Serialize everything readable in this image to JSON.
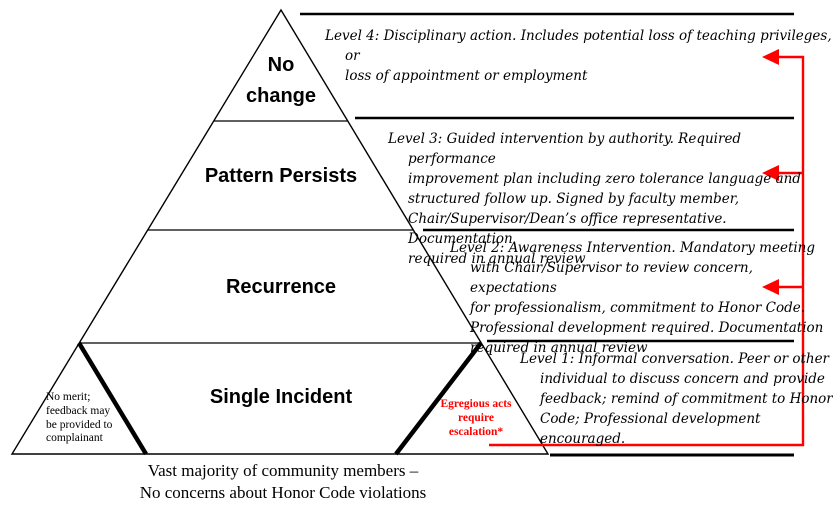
{
  "colors": {
    "accent_red": "#FF0000",
    "ink": "#000000"
  },
  "pyramid": {
    "tier_labels": [
      "No change",
      "Pattern Persists",
      "Recurrence",
      "Single Incident"
    ],
    "no_merit_note": "No merit;\nfeedback may\nbe provided to\ncomplainant",
    "egregious_note": "Egregious acts require escalation*"
  },
  "levels": [
    {
      "name": "Level 4",
      "text": "Level 4: Disciplinary action. Includes potential loss of teaching privileges, or\nloss of appointment or employment"
    },
    {
      "name": "Level 3",
      "text": "Level 3: Guided intervention by authority. Required performance\nimprovement plan including zero tolerance language and\nstructured follow up. Signed by faculty member,\nChair/Supervisor/Dean’s office representative. Documentation\nrequired in annual review"
    },
    {
      "name": "Level 2",
      "text": "Level 2: Awareness Intervention. Mandatory meeting\nwith Chair/Supervisor to review concern, expectations\nfor professionalism, commitment to Honor Code.\nProfessional development required. Documentation\nrequired in annual review"
    },
    {
      "name": "Level 1",
      "text": "Level 1: Informal conversation. Peer or other\nindividual to discuss concern and provide\nfeedback; remind of commitment to Honor\nCode; Professional development\nencouraged."
    }
  ],
  "caption": {
    "text": "Vast majority of community members –\nNo concerns about Honor Code violations"
  }
}
